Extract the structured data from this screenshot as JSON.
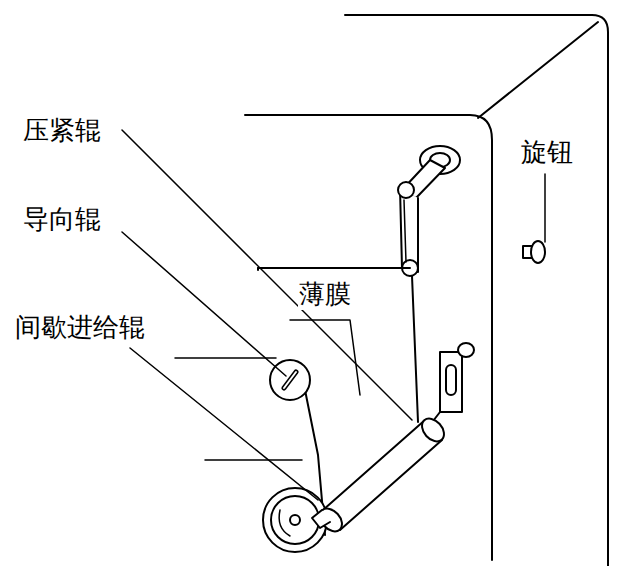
{
  "diagram": {
    "labels": [
      "压紧辊",
      "导向辊",
      "间歇进给辊",
      "薄膜",
      "旋钮"
    ]
  }
}
